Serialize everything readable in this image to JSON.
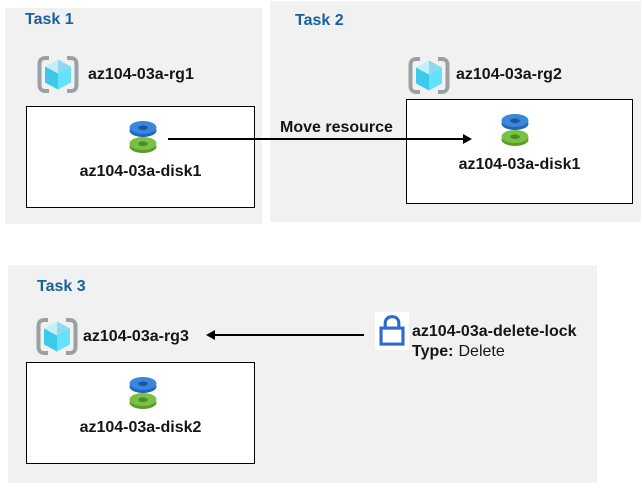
{
  "diagram": {
    "tasks": [
      {
        "title": "Task 1",
        "rg_label": "az104-03a-rg1",
        "disk_label": "az104-03a-disk1"
      },
      {
        "title": "Task 2",
        "rg_label": "az104-03a-rg2",
        "disk_label": "az104-03a-disk1"
      },
      {
        "title": "Task 3",
        "rg_label": "az104-03a-rg3",
        "disk_label": "az104-03a-disk2"
      }
    ],
    "move_arrow_label": "Move resource",
    "lock": {
      "name": "az104-03a-delete-lock",
      "type_key": "Type:",
      "type_value": "Delete"
    }
  },
  "icons": {
    "resource_group": "azure-resource-group-icon",
    "disk": "azure-disk-icon",
    "lock": "delete-lock-icon"
  },
  "colors": {
    "panel_bg": "#f1f1f1",
    "title_blue": "#19609c",
    "text_black": "#151515",
    "box_border": "#000000",
    "arrow_black": "#000000",
    "lock_blue": "#2b6bce",
    "disk_blue_top": "#3a86d8",
    "disk_blue_side": "#1f66b4",
    "disk_green_top": "#79c143",
    "disk_green_side": "#5c9a2e",
    "cube_front_left": "#3ec8ea",
    "cube_front_right": "#63e3fb",
    "cube_top_left": "#c5eefb",
    "cube_top_right": "#8fd8f2",
    "bracket_gray": "#9aa0a3"
  }
}
